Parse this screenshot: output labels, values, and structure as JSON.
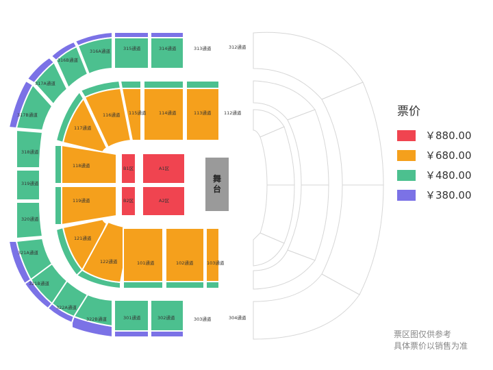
{
  "legend": {
    "title": "票价",
    "items": [
      {
        "price": "￥880.00",
        "color": "#f04450"
      },
      {
        "price": "￥680.00",
        "color": "#f5a01c"
      },
      {
        "price": "￥480.00",
        "color": "#4cc08f"
      },
      {
        "price": "￥380.00",
        "color": "#7b72e6"
      }
    ]
  },
  "stage": {
    "label": "舞台",
    "color": "#9a9a9a"
  },
  "note": {
    "line1": "票区图仅供参考",
    "line2": "具体票价以销售为准"
  },
  "sections": {
    "a1": "A1区",
    "a2": "A2区",
    "b1": "B1区",
    "b2": "B2区",
    "s101": "101通道",
    "s102": "102通道",
    "s103": "103通道",
    "s112": "112通道",
    "s113": "113通道",
    "s114": "114通道",
    "s115": "115通道",
    "s116": "116通道",
    "s117": "117通道",
    "s118": "118通道",
    "s119": "119通道",
    "s121": "121通道",
    "s122": "122通道",
    "s301": "301通道",
    "s302": "302通道",
    "s303": "303通道",
    "s304": "304通道",
    "s312": "312通道",
    "s313": "313通道",
    "s314": "314通道",
    "s315": "315通道",
    "s316a": "316A通道",
    "s316b": "316B通道",
    "s317a": "317A通道",
    "s317b": "317B通道",
    "s318": "318通道",
    "s319": "319通道",
    "s320": "320通道",
    "s321a": "321A通道",
    "s321b": "321B通道",
    "s322a": "322A通道",
    "s322b": "322B通道"
  }
}
